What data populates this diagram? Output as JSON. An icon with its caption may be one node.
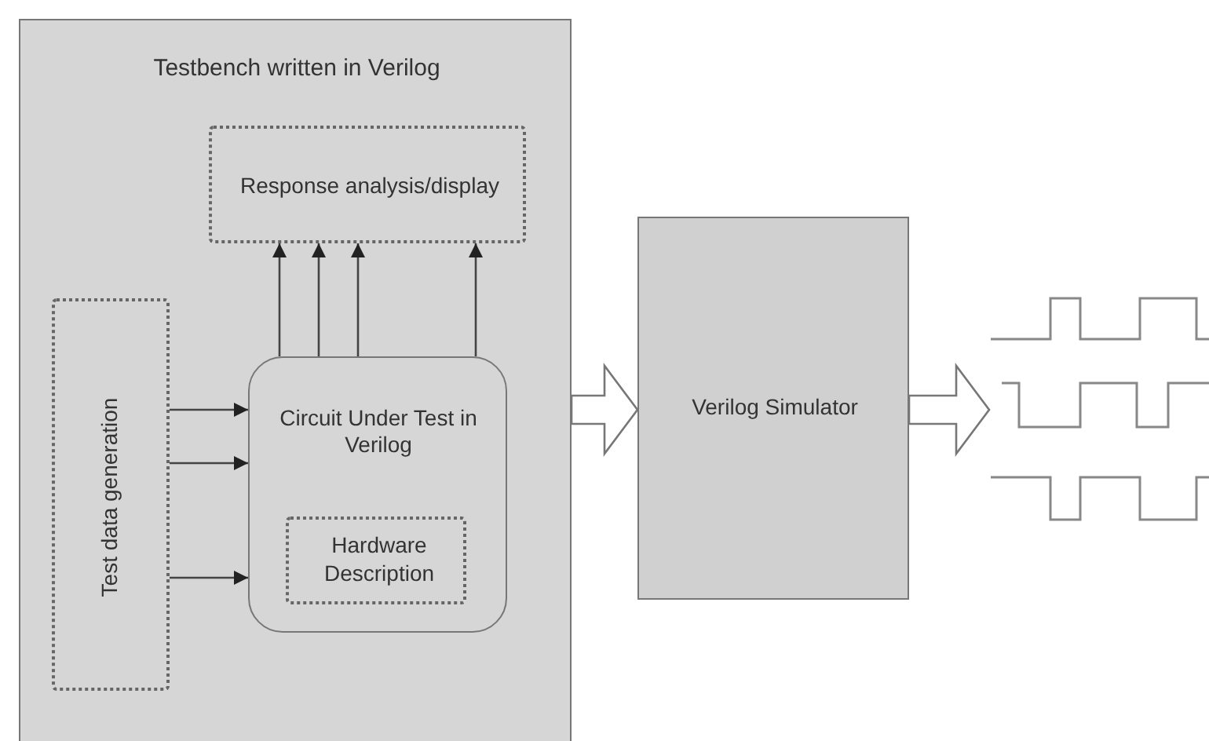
{
  "diagram": {
    "nodes": [
      {
        "text": [
          "Testbench written in Verilog"
        ]
      },
      {
        "text": [
          "Response analysis/display"
        ],
        "in": 0
      },
      {
        "text": [
          "Test data generation"
        ],
        "in": 0
      },
      {
        "text": [
          "Circuit Under Test in Verilog"
        ],
        "in": 0
      },
      {
        "text": [
          "Hardware Description"
        ],
        "in": 3
      },
      {
        "text": [
          "Verilog Simulator"
        ]
      },
      {
        "text": [],
        "shape": "picture"
      }
    ],
    "edges": [
      {
        "from": 2,
        "to": 3,
        "arrow": "to"
      },
      {
        "from": 2,
        "to": 3,
        "arrow": "to"
      },
      {
        "from": 2,
        "to": 3,
        "arrow": "to"
      },
      {
        "from": 3,
        "to": 1,
        "arrow": "to"
      },
      {
        "from": 3,
        "to": 1,
        "arrow": "to"
      },
      {
        "from": 3,
        "to": 1,
        "arrow": "to"
      },
      {
        "from": 3,
        "to": 1,
        "arrow": "to"
      },
      {
        "from": 0,
        "to": 5,
        "arrow": "to",
        "style": "thick"
      },
      {
        "from": 5,
        "to": 6,
        "arrow": "to",
        "style": "thick"
      }
    ]
  }
}
